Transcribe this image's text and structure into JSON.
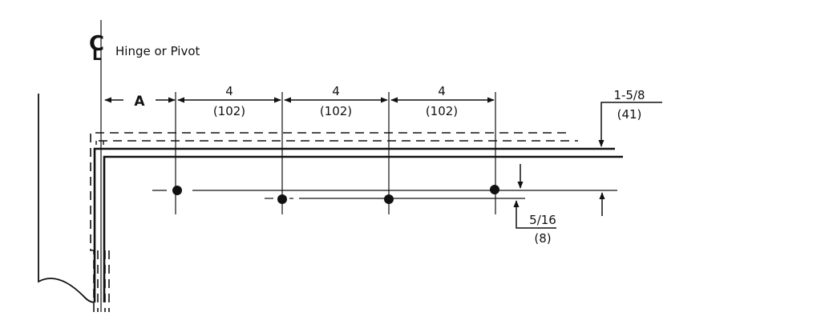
{
  "centerline": {
    "symbol_c": "C",
    "symbol_l": "L",
    "label": "Hinge or Pivot"
  },
  "dimensions": {
    "a_label": "A",
    "spacings": [
      {
        "inch": "4",
        "mm": "(102)"
      },
      {
        "inch": "4",
        "mm": "(102)"
      },
      {
        "inch": "4",
        "mm": "(102)"
      }
    ],
    "edge_offset": {
      "inch": "1-5/8",
      "mm": "(41)"
    },
    "hole_offset": {
      "inch": "5/16",
      "mm": "(8)"
    }
  },
  "colors": {
    "line": "#111111",
    "background": "#ffffff"
  }
}
